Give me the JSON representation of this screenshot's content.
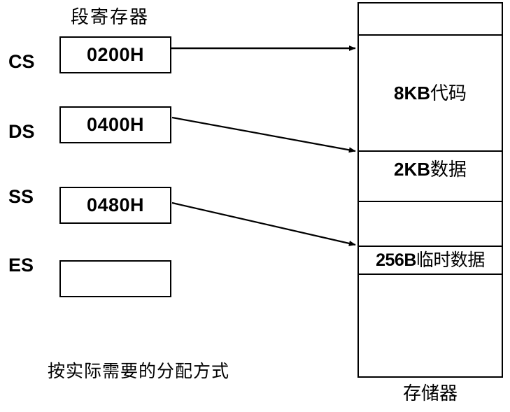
{
  "diagram": {
    "title": "段寄存器",
    "caption": "按实际需要的分配方式",
    "memory_label": "存储器"
  },
  "registers": [
    {
      "name": "CS",
      "value": "0200H",
      "empty": false
    },
    {
      "name": "DS",
      "value": "0400H",
      "empty": false
    },
    {
      "name": "SS",
      "value": "0480H",
      "empty": false
    },
    {
      "name": "ES",
      "value": "",
      "empty": true
    }
  ],
  "memory_blocks": [
    {
      "size": "",
      "label": "",
      "full_text": ""
    },
    {
      "size": "8KB",
      "label": "代码",
      "full_text": "8KB代码"
    },
    {
      "size": "2KB",
      "label": "数据",
      "full_text": "2KB数据"
    },
    {
      "size": "",
      "label": "",
      "full_text": ""
    },
    {
      "size": "256B",
      "label": "临时数据",
      "full_text": "256B临时数据"
    },
    {
      "size": "",
      "label": "",
      "full_text": ""
    }
  ],
  "arrows": [
    {
      "from_register": "CS",
      "to_block": "8KB代码"
    },
    {
      "from_register": "DS",
      "to_block": "2KB数据"
    },
    {
      "from_register": "SS",
      "to_block": "256B临时数据"
    }
  ],
  "colors": {
    "stroke": "#000000",
    "background": "#ffffff",
    "text": "#000000"
  }
}
